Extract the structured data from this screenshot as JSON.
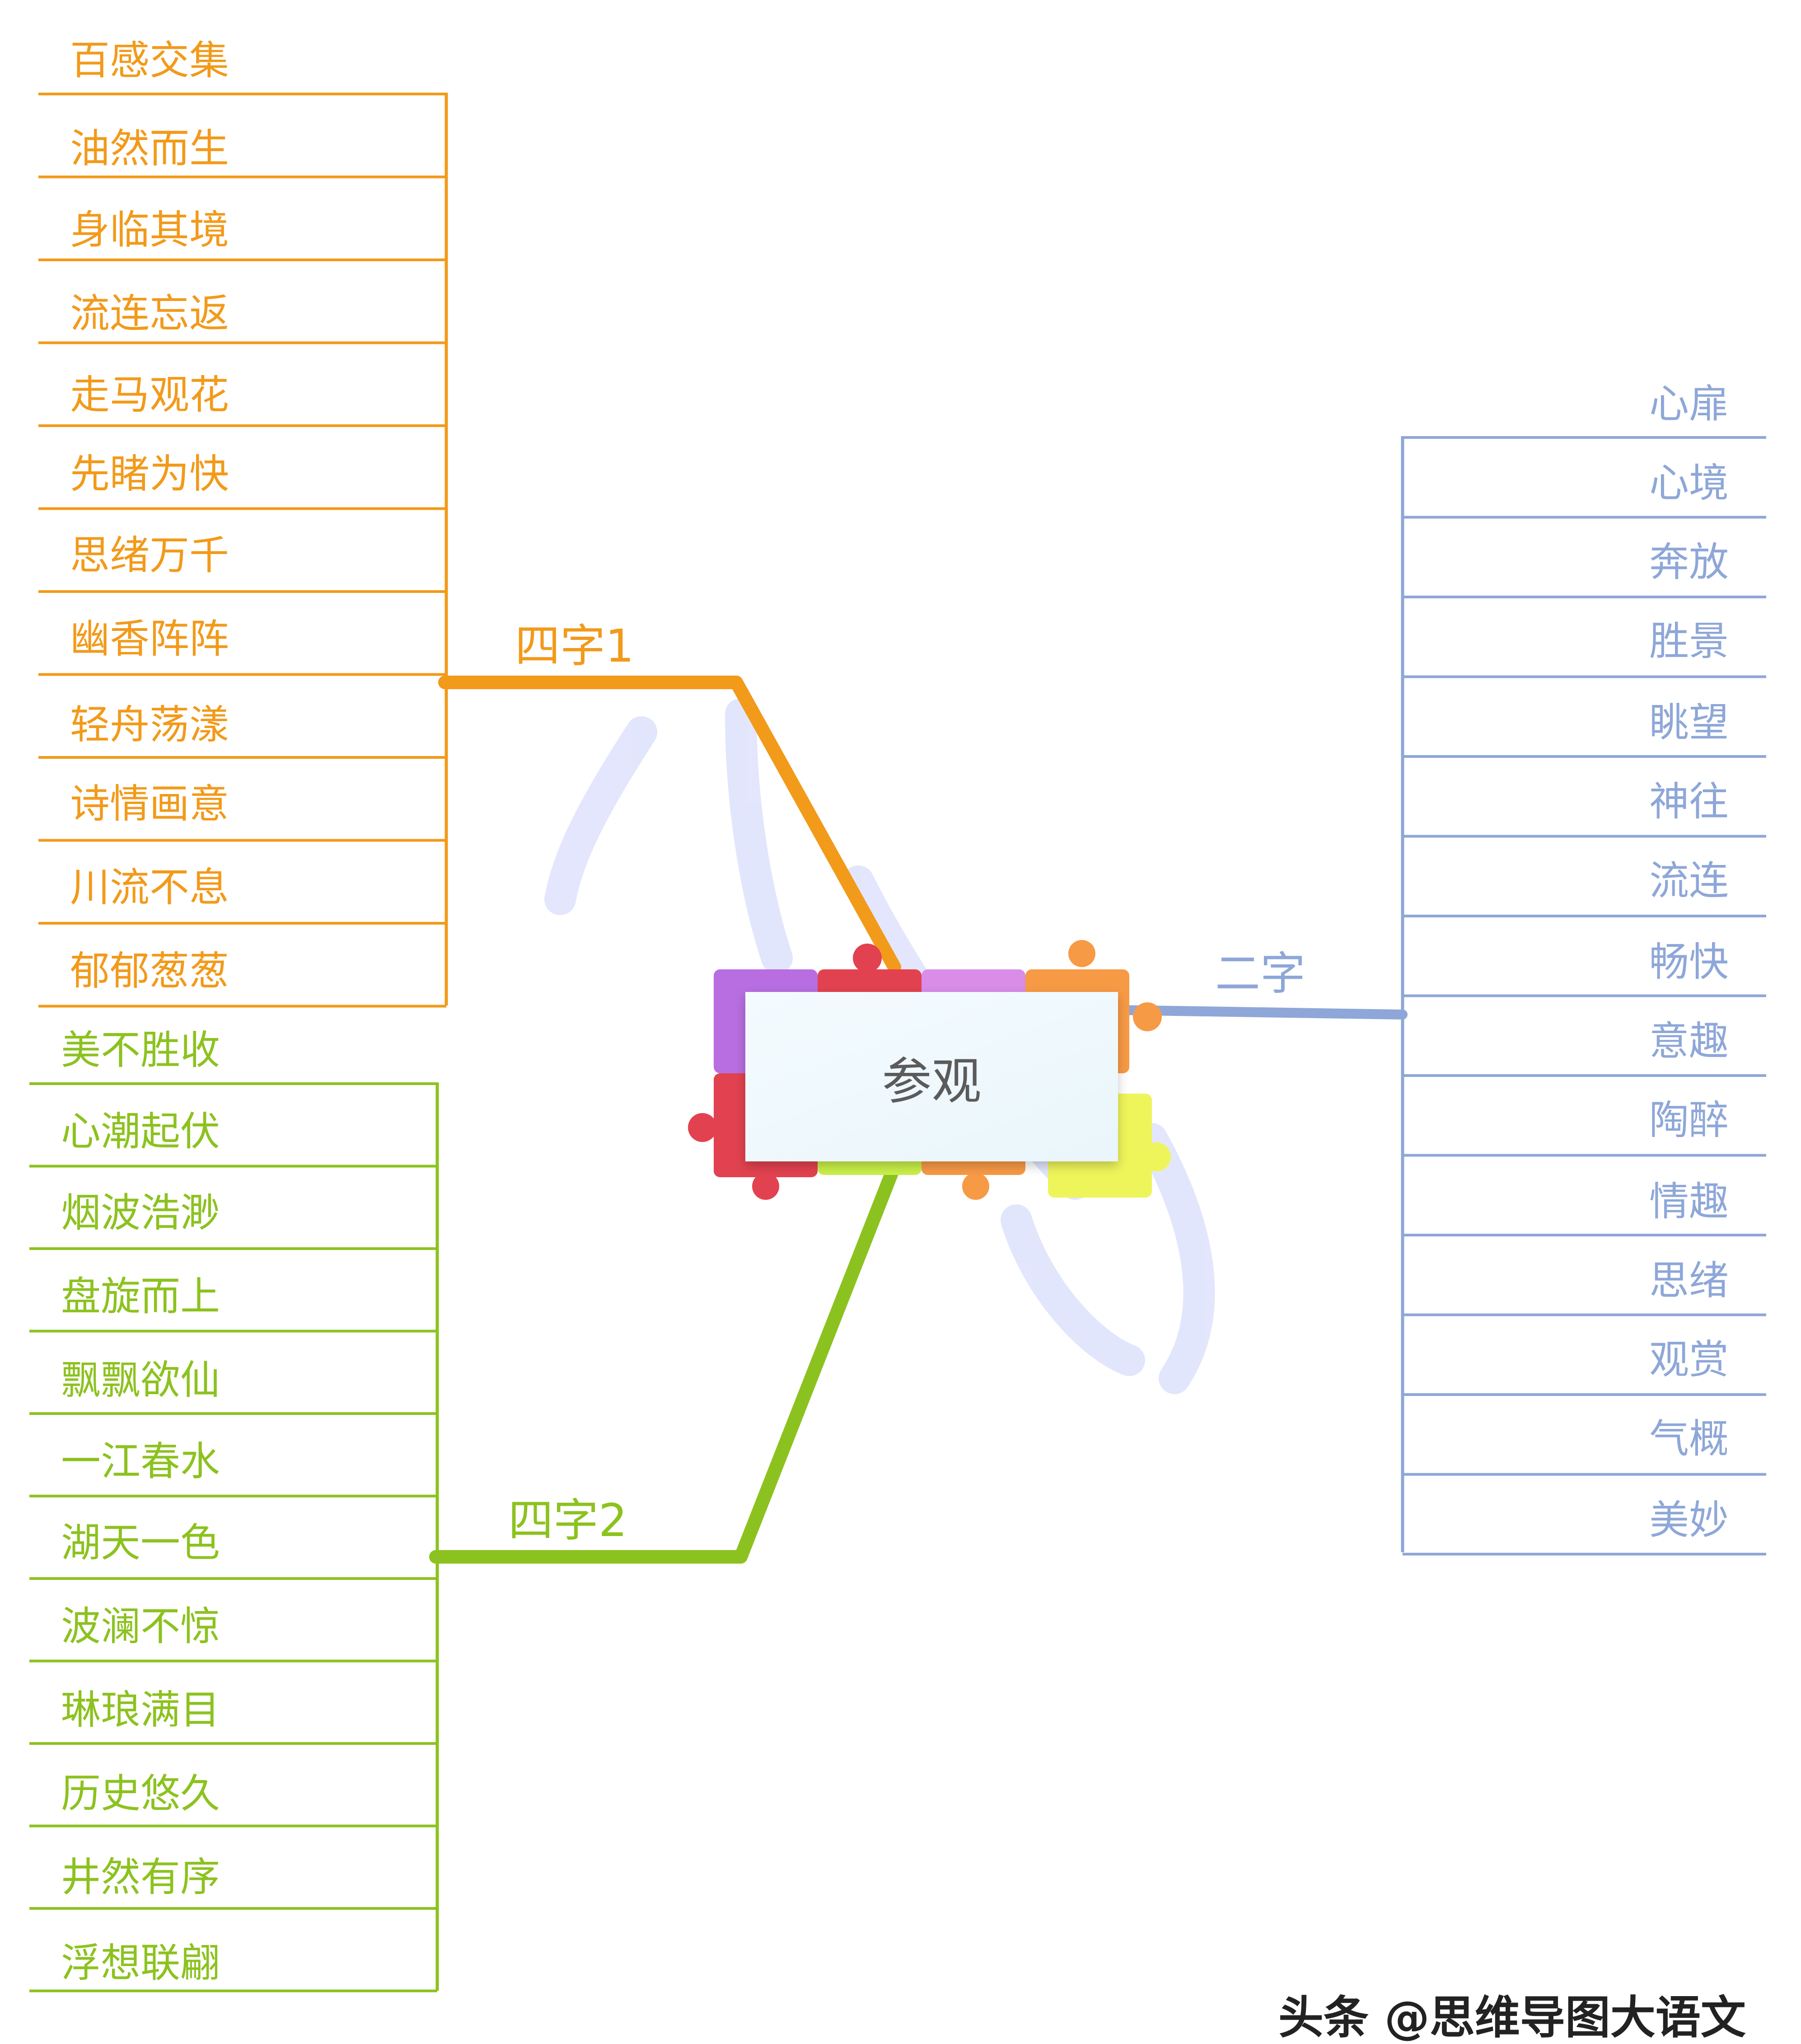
{
  "center": {
    "label": "参观"
  },
  "branches": {
    "b1": {
      "label": "四字1",
      "color": "#f29a1a",
      "items": [
        "百感交集",
        "油然而生",
        "身临其境",
        "流连忘返",
        "走马观花",
        "先睹为快",
        "思绪万千",
        "幽香阵阵",
        "轻舟荡漾",
        "诗情画意",
        "川流不息",
        "郁郁葱葱"
      ]
    },
    "b2": {
      "label": "四字2",
      "color": "#8cc21f",
      "items": [
        "美不胜收",
        "心潮起伏",
        "烟波浩渺",
        "盘旋而上",
        "飘飘欲仙",
        "一江春水",
        "湖天一色",
        "波澜不惊",
        "琳琅满目",
        "历史悠久",
        "井然有序",
        "浮想联翩"
      ]
    },
    "b3": {
      "label": "二字",
      "color": "#8ea7d8",
      "items": [
        "心扉",
        "心境",
        "奔放",
        "胜景",
        "眺望",
        "神往",
        "流连",
        "畅快",
        "意趣",
        "陶醉",
        "情趣",
        "思绪",
        "观赏",
        "气概",
        "美妙"
      ]
    }
  },
  "puzzle_colors": [
    "#b86ee0",
    "#e2424f",
    "#d98ce8",
    "#f79a45",
    "#eef55a",
    "#c9f04a"
  ],
  "watermark": "头条 @思维导图大语文"
}
